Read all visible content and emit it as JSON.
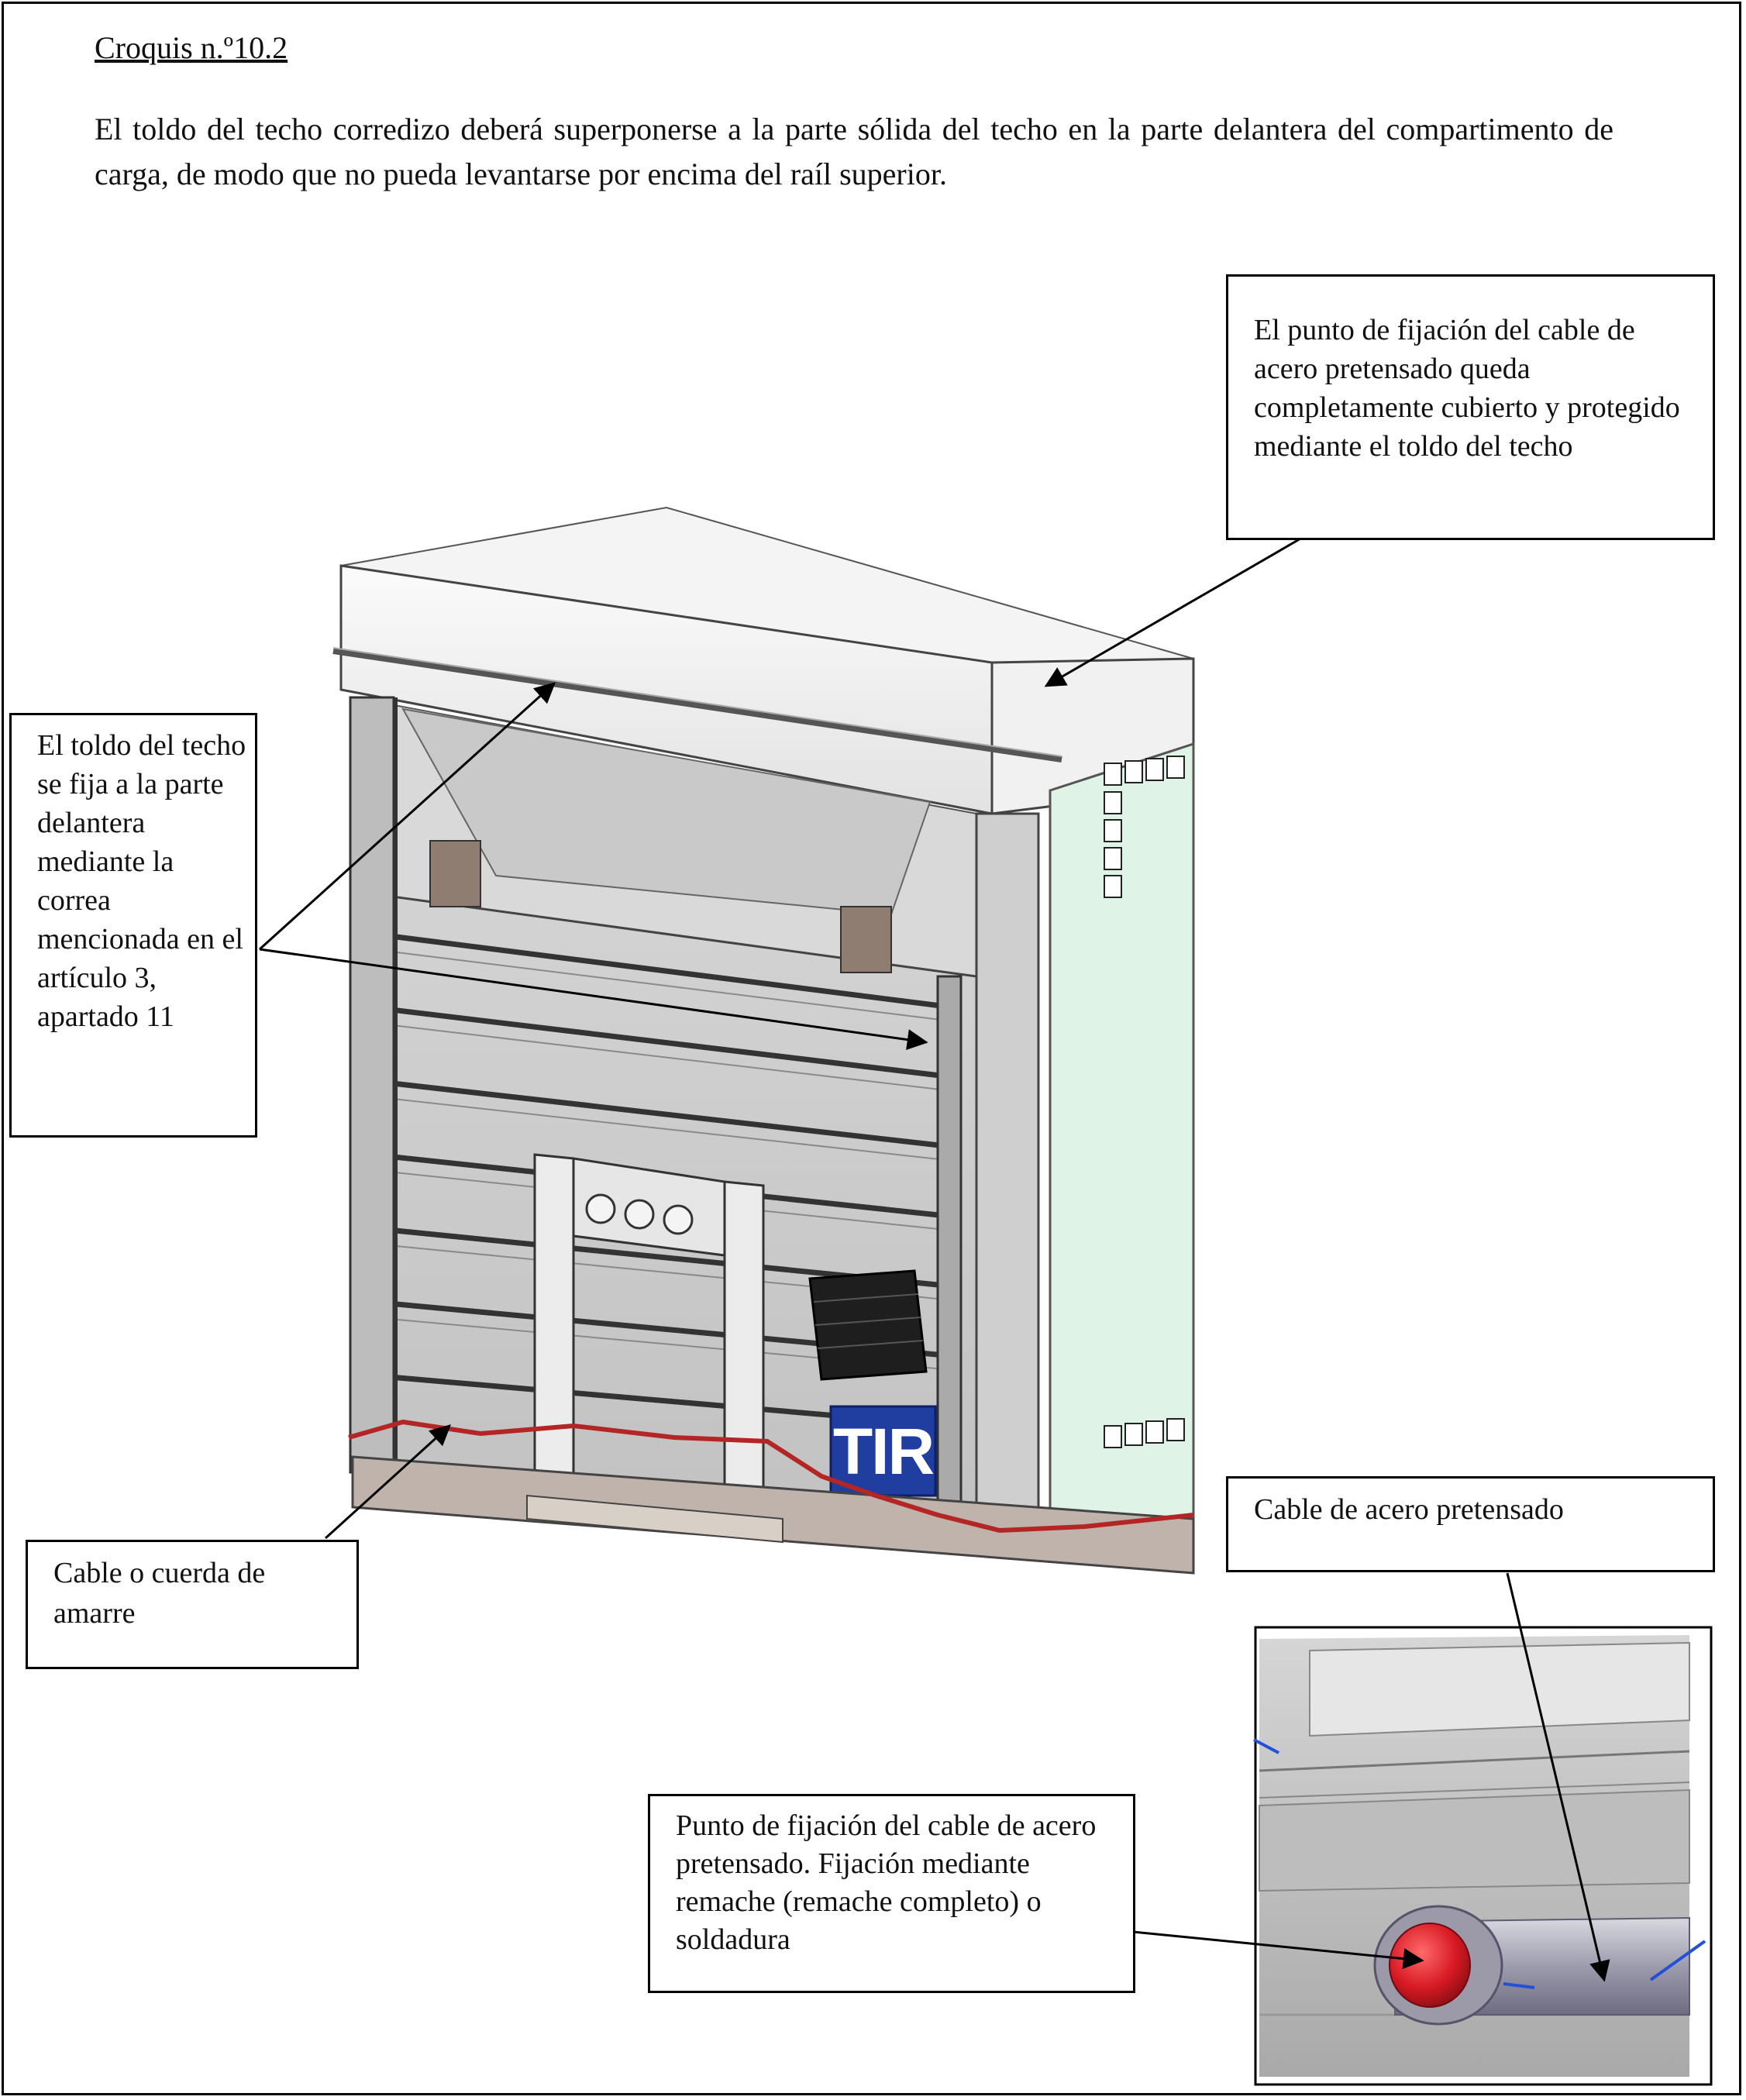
{
  "title": "Croquis n.º10.2",
  "intro": "El toldo del techo corredizo deberá superponerse a la parte sólida del techo en la parte delantera del compartimento de carga, de modo que no pueda levantarse por encima del raíl superior.",
  "callouts": {
    "fixing_point_roof": "El punto de fijación del cable de acero pretensado queda completamente cubierto y protegido mediante el toldo del techo",
    "roof_tarp_strap": "El toldo del techo se fija a la parte delantera mediante la correa mencionada en el artículo 3, apartado 11",
    "lashing_cable": "Cable o cuerda de amarre",
    "steel_cable": "Cable de acero pretensado",
    "rivet_point": "Punto de fijación del cable de acero pretensado.  Fijación mediante remache (remache completo) o soldadura"
  },
  "plate_text": "TIR",
  "colors": {
    "panel_green": "#dff3e6",
    "plate_blue": "#1f3ea0",
    "cable_red": "#b42626",
    "rivet_red": "#d81a24",
    "arrow_blue": "#2450d8"
  }
}
